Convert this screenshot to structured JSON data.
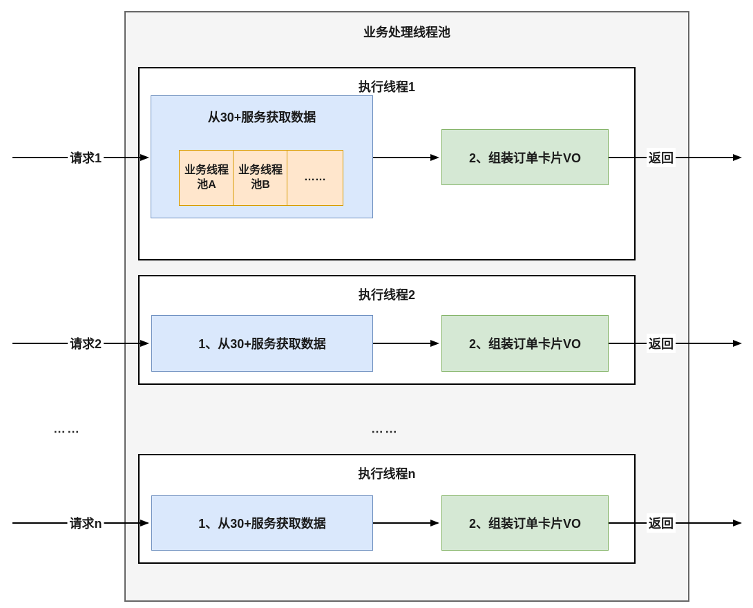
{
  "diagram": {
    "pool_title": "业务处理线程池",
    "threads": [
      {
        "title": "执行线程1",
        "request_label": "请求1",
        "fetch_label": "从30+服务获取数据",
        "pools": [
          "业务线程池A",
          "业务线程池B",
          "……"
        ],
        "assemble_label": "2、组装订单卡片VO",
        "return_label": "返回"
      },
      {
        "title": "执行线程2",
        "request_label": "请求2",
        "fetch_label": "1、从30+服务获取数据",
        "assemble_label": "2、组装订单卡片VO",
        "return_label": "返回"
      },
      {
        "title": "执行线程n",
        "request_label": "请求n",
        "fetch_label": "1、从30+服务获取数据",
        "assemble_label": "2、组装订单卡片VO",
        "return_label": "返回"
      }
    ],
    "ellipsis": {
      "left": "……",
      "middle": "……"
    },
    "colors": {
      "container_fill": "#f5f5f5",
      "container_border": "#666666",
      "thread_fill": "#ffffff",
      "thread_border": "#000000",
      "fetch_fill": "#dae8fc",
      "fetch_border": "#6c8ebf",
      "assemble_fill": "#d5e8d4",
      "assemble_border": "#82b366",
      "pool_fill": "#ffe6cc",
      "pool_border": "#d79b00",
      "arrow_color": "#000000"
    }
  }
}
